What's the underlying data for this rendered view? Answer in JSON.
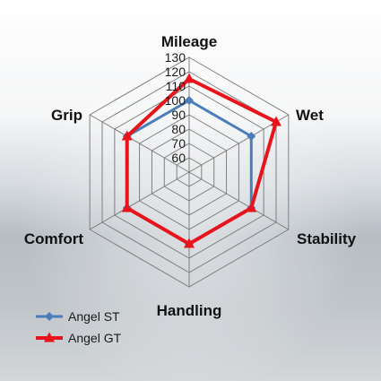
{
  "chart_data": {
    "type": "radar",
    "axes": [
      "Mileage",
      "Wet",
      "Stability",
      "Handling",
      "Comfort",
      "Grip"
    ],
    "ticks": [
      "60",
      "70",
      "80",
      "90",
      "100",
      "110",
      "120",
      "130"
    ],
    "range": [
      50,
      130
    ],
    "grid": true,
    "legend_position": "bottom-left",
    "series": [
      {
        "name": "Angel ST",
        "color": "#4a7ebb",
        "marker": "diamond",
        "values": [
          100,
          100,
          100,
          100,
          100,
          100
        ]
      },
      {
        "name": "Angel GT",
        "color": "#e8141b",
        "marker": "triangle",
        "values": [
          115,
          120,
          100,
          100,
          100,
          100
        ]
      }
    ]
  }
}
